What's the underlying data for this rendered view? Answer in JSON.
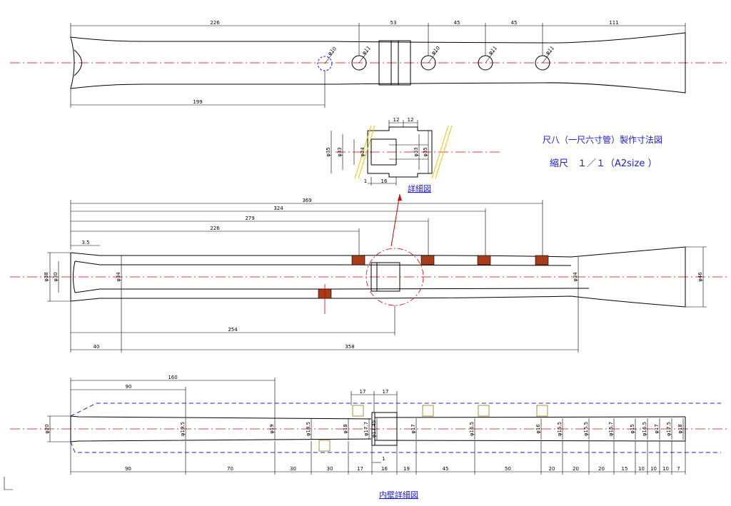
{
  "title": "尺八（一尺六寸管）製作寸法図",
  "scale": "縮尺　１／１（A2size ）",
  "labels": {
    "detail": "詳細図",
    "inner_wall": "内壁詳細図"
  },
  "top_view": {
    "dims_top": [
      "226",
      "53",
      "45",
      "45",
      "111"
    ],
    "dim_bottom": "199",
    "hole_diameters": [
      "φ10",
      "φ11",
      "φ10",
      "φ11",
      "φ11"
    ]
  },
  "detail_view": {
    "top_dims": [
      "12",
      "12"
    ],
    "left_dims": [
      "φ35",
      "φ33",
      "φ24"
    ],
    "right_dims": [
      "φ33",
      "φ35"
    ],
    "bottom_dims": [
      "1",
      "16"
    ]
  },
  "section_view": {
    "left_small_dim": "3.5",
    "stacked_dims": [
      "369",
      "324",
      "279",
      "226"
    ],
    "dia_left_outer": "φ38",
    "dia_left_inner": "φ30",
    "dia_mid_left": "φ34",
    "dia_mid_right": "φ34",
    "dia_right": "φ46",
    "bottom_dims": [
      "254",
      "40",
      "358"
    ]
  },
  "inner_wall_view": {
    "top_dims": [
      "160",
      "90"
    ],
    "joint_dims": [
      "17",
      "17"
    ],
    "dia_left": "φ20",
    "inner_diameters": [
      "φ19.5",
      "φ19",
      "φ18.5",
      "φ18",
      "φ17.7",
      "φ17.45",
      "φ17",
      "φ16.5",
      "φ16",
      "φ15.5",
      "φ15.5",
      "φ15.7",
      "φ15",
      "φ16.5",
      "φ17",
      "φ17.5",
      "φ18"
    ],
    "small_dim": "1",
    "bottom_dims": [
      "90",
      "70",
      "30",
      "30",
      "17",
      "16",
      "19",
      "45",
      "50",
      "20",
      "20",
      "20",
      "15",
      "10",
      "10",
      "10",
      "7"
    ]
  }
}
